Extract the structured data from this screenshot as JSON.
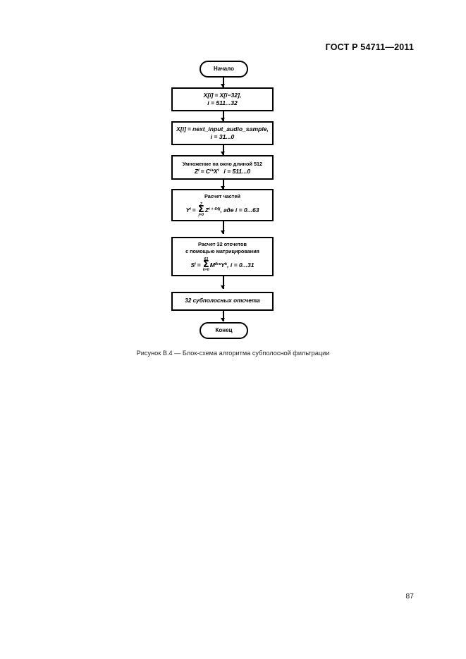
{
  "header": {
    "standard": "ГОСТ Р 54711—2011"
  },
  "figure": {
    "caption": "Рисунок В.4 — Блок-схема алгоритма субполосной фильтрации",
    "nodes": {
      "start": {
        "label": "Начало",
        "shape": "terminator"
      },
      "shift": {
        "line1_lhs": "X[i]",
        "line1_eq": "=",
        "line1_rhs": "X[i−32],",
        "line2": "i = 511...32",
        "shape": "process"
      },
      "input": {
        "line1_lhs": "X[i]",
        "line1_eq": "=",
        "line1_rhs": "next_input_audio_sample,",
        "line2": "i = 31...0",
        "shape": "process"
      },
      "window": {
        "title": "Умножение на окно длиной 512",
        "formula_lhs": "Z",
        "formula_lhs_sub": "i",
        "formula_eq": "=",
        "formula_rhs": "C",
        "formula_rhs_sub": "i",
        "formula_mul": "*X",
        "formula_mul_sub": "i",
        "formula_range": "i = 511...0",
        "shape": "process"
      },
      "partial": {
        "title": "Расчет частей",
        "formula_lhs": "Y",
        "formula_lhs_sub": "i",
        "formula_eq": "=",
        "sum_upper": "7",
        "sum_lower": "j=0",
        "formula_term": "Z",
        "formula_term_sub": "i + 64j",
        "formula_tail": ", где i = 0...63",
        "shape": "process"
      },
      "matrix": {
        "title_line1": "Расчет 32 отсчетов",
        "title_line2": "с помощью матрицирования",
        "formula_lhs": "S",
        "formula_lhs_sub": "i",
        "formula_eq": "=",
        "sum_upper": "63",
        "sum_lower": "k=0",
        "formula_term": "M",
        "formula_term_sub": "ik",
        "formula_mul": "*Y",
        "formula_mul_sub": "k",
        "formula_tail": ", i = 0...31",
        "shape": "process"
      },
      "output": {
        "label": "32 субполосных отсчета",
        "shape": "process"
      },
      "end": {
        "label": "Конец",
        "shape": "terminator"
      }
    }
  },
  "footer": {
    "page_number": "87"
  },
  "colors": {
    "ink": "#000000",
    "text_gray": "#231f20",
    "paper": "#ffffff"
  }
}
